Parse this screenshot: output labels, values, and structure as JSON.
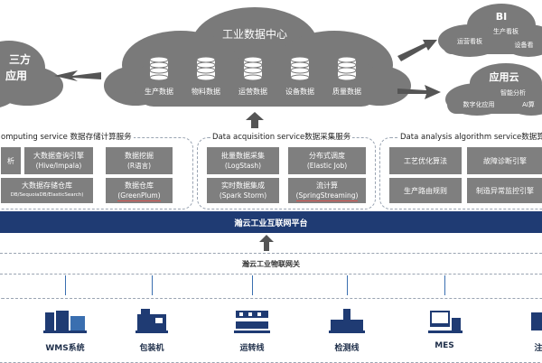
{
  "cloud_center": {
    "title": "工业数据中心",
    "databases": [
      "生产数据",
      "物料数据",
      "运营数据",
      "设备数据",
      "质量数据"
    ]
  },
  "cloud_left": {
    "line1": "三方",
    "line2": "应用"
  },
  "cloud_bi": {
    "title": "BI",
    "items": [
      "生产看板",
      "运营看板",
      "设备看"
    ]
  },
  "cloud_app": {
    "title": "应用云",
    "items": [
      "智能分析",
      "数字化应用",
      "AI算"
    ]
  },
  "panel_left": {
    "title": "omputing service 数据存储计算服务",
    "boxes": [
      {
        "line1": "析",
        "line2": ""
      },
      {
        "line1": "大数据查询引擎",
        "line2": "(Hive/Impala)"
      },
      {
        "line1": "数据挖掘",
        "line2": "(R语言)"
      },
      {
        "line1": "大数据存储仓库",
        "line2": "DB/SequoiaDB/ElasticSearch)"
      },
      {
        "line1": "数据仓库",
        "line2": "(GreenPlum)"
      }
    ]
  },
  "panel_mid": {
    "title": "Data acquisition service数据采集服务",
    "boxes": [
      {
        "line1": "批量数据采集",
        "line2": "(LogStash)"
      },
      {
        "line1": "分布式调度",
        "line2": "(Elastic Job)"
      },
      {
        "line1": "实时数据集成",
        "line2": "(Spark Storm)"
      },
      {
        "line1": "流计算",
        "line2": "(SpringStreaming)"
      }
    ]
  },
  "panel_right": {
    "title": "Data analysis algorithm service数据算",
    "boxes": [
      {
        "line1": "工艺优化算法"
      },
      {
        "line1": "故障诊断引擎"
      },
      {
        "line1": "生产路由规则"
      },
      {
        "line1": "制造异常监控引擎"
      }
    ]
  },
  "platform_bar": "瀚云工业互联网平台",
  "gateway_bar": "瀚云工业物联网关",
  "devices": [
    "WMS系统",
    "包装机",
    "运转线",
    "检测线",
    "MES",
    "注"
  ],
  "colors": {
    "cloud": "#7a7a7a",
    "box": "#7f7f7f",
    "platform": "#1f3b73",
    "arrow": "#555555",
    "link": "#3a6fb0"
  }
}
